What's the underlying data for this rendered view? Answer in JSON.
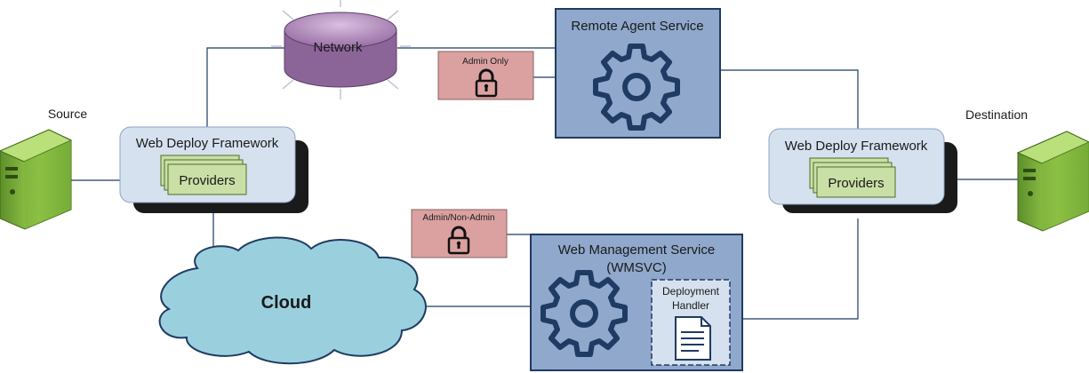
{
  "labels": {
    "source": "Source",
    "destination": "Destination",
    "network": "Network",
    "remote_agent": "Remote Agent Service",
    "wmsvc_line1": "Web Management Service",
    "wmsvc_line2": "(WMSVC)",
    "deploy_handler_line1": "Deployment",
    "deploy_handler_line2": "Handler",
    "admin_only": "Admin Only",
    "admin_non_admin": "Admin/Non-Admin",
    "cloud": "Cloud",
    "framework_left": "Web Deploy Framework",
    "framework_right": "Web Deploy Framework",
    "providers_left": "Providers",
    "providers_right": "Providers"
  },
  "colors": {
    "service_box": "#8fa8cc",
    "service_border": "#1f3b63",
    "gear": "#1f3b63",
    "framework_box": "#d6e1ef",
    "providers_box": "#c9dfa6",
    "lock_badge": "#dba1a1",
    "cloud": "#9ad0de",
    "network": "#b48fbd",
    "line": "#1f3b63",
    "server_green": "#8cc63f"
  },
  "icons": [
    "server-icon",
    "gear-icon",
    "lock-icon",
    "document-icon",
    "cloud-icon",
    "network-disk-icon"
  ]
}
